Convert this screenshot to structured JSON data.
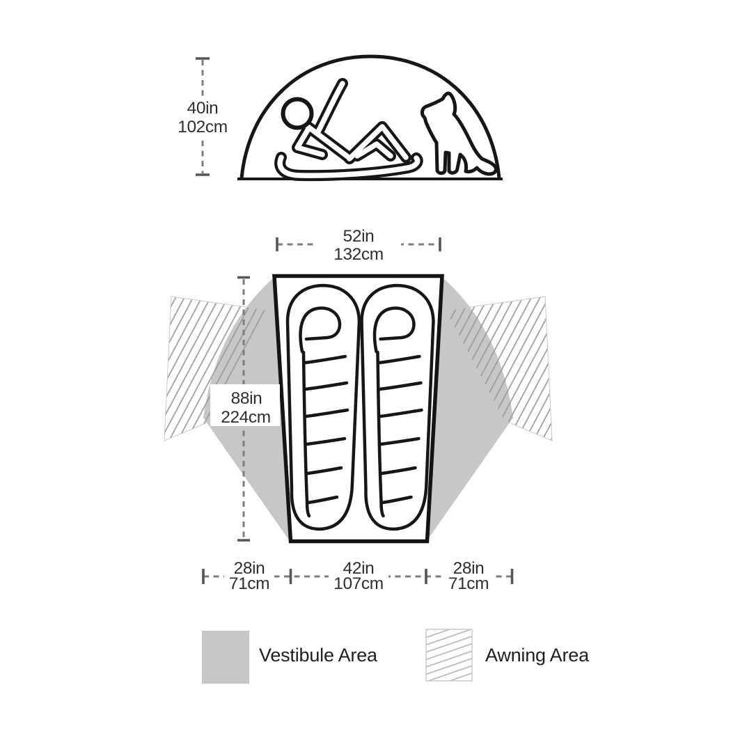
{
  "side_view": {
    "height": {
      "imperial": "40in",
      "metric": "102cm"
    }
  },
  "floor_plan": {
    "top_width": {
      "imperial": "52in",
      "metric": "132cm"
    },
    "floor_length": {
      "imperial": "88in",
      "metric": "224cm"
    },
    "left_vestibule_width": {
      "imperial": "28in",
      "metric": "71cm"
    },
    "floor_bottom_width": {
      "imperial": "42in",
      "metric": "107cm"
    },
    "right_vestibule_width": {
      "imperial": "28in",
      "metric": "71cm"
    }
  },
  "legend": {
    "vestibule_label": "Vestibule Area",
    "awning_label": "Awning Area"
  },
  "colors": {
    "line": "#161616",
    "vestibule_fill": "#c7c7c7",
    "hatch_line": "#9b9b9b",
    "legend_hatch_line": "#b3b3b3",
    "dash": "#7d7d7d",
    "text": "#2e2e2e"
  }
}
